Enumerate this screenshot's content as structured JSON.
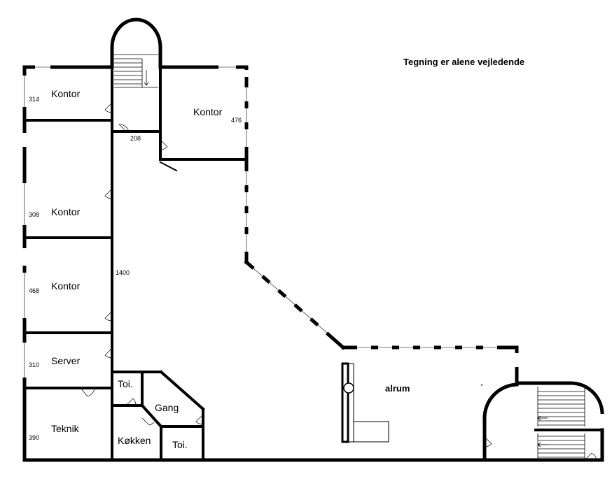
{
  "note": "Tegning er alene vejledende",
  "rooms": {
    "kontor_314": "Kontor",
    "kontor_476": "Kontor",
    "kontor_308": "Kontor",
    "kontor_468": "Kontor",
    "server": "Server",
    "teknik": "Teknik",
    "toi_1": "Toi.",
    "gang": "Gang",
    "kokken": "Køkken",
    "toi_2": "Toi.",
    "alrum": "alrum"
  },
  "measures": {
    "m314": "314",
    "m476": "476",
    "m208": "208",
    "m308": "308",
    "m1400": "1400",
    "m468": "468",
    "m310": "310",
    "m390": "390"
  }
}
